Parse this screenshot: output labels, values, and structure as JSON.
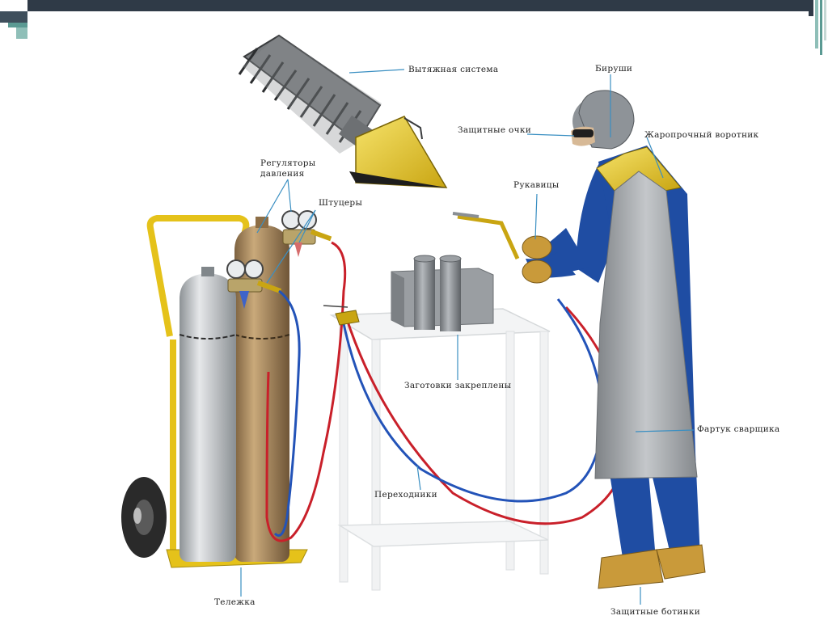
{
  "labels": {
    "exhaust": "Вытяжная система",
    "earplugs": "Бируши",
    "goggles": "Защитные очки",
    "collar": "Жаропрочный воротник",
    "regulators_line1": "Регуляторы",
    "regulators_line2": "давления",
    "fittings": "Штуцеры",
    "gloves": "Рукавицы",
    "workpieces": "Заготовки закреплены",
    "apron": "Фартук сварщика",
    "adapters": "Переходники",
    "cart": "Тележка",
    "boots": "Защитные ботинки"
  },
  "colors": {
    "frame_bar": "#2f3a47",
    "accent_teal": "#5b9a93",
    "leader_line": "#3a8fc2",
    "cart_yellow": "#e5c21a",
    "cylinder_silver": "#b8bcc0",
    "cylinder_bronze": "#a8875c",
    "hose_red": "#c9202a",
    "hose_blue": "#2353b8",
    "suit_blue": "#1f4da3",
    "apron_grey": "#9ea2a6"
  }
}
